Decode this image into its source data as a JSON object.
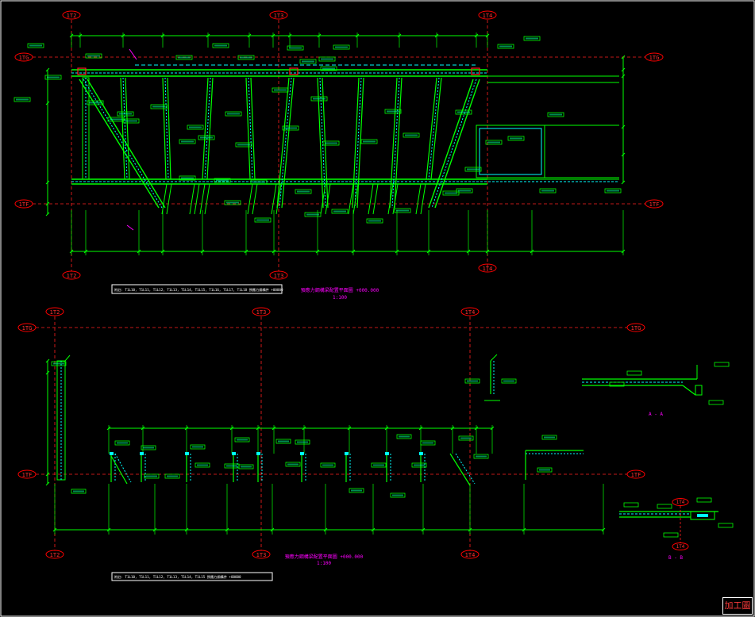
{
  "colors": {
    "background": "#000000",
    "frame": "#ffffff",
    "axis_bubble": "#ff0000",
    "axis_line": "#ff2020",
    "beam": "#00ff00",
    "dim": "#00ff00",
    "rebar": "#00ffff",
    "title": "#ff00ff",
    "tag_fill": "#00ff99"
  },
  "stamp": {
    "text": "加工圖"
  },
  "plan_upper": {
    "axes_top": [
      "1T2",
      "1T3",
      "1T4"
    ],
    "axes_bottom": [
      "1T2",
      "1T3",
      "1T4"
    ],
    "axes_left": [
      "1TG",
      "1TF"
    ],
    "axes_right": [
      "1TG",
      "1TF"
    ],
    "title": "預應力鋼構梁配置平面圖 +000.000",
    "scale": "1:100",
    "note": "附註: T1L10, T1L11, T1L12, T1L13, T1L14, T1L15, T1L16, T1L17, T1L18 預應力鋼構件 +00000"
  },
  "plan_lower": {
    "axes_top": [
      "1T2",
      "1T3",
      "1T4"
    ],
    "axes_bottom": [
      "1T2",
      "1T3",
      "1T4"
    ],
    "axes_left": [
      "1TG",
      "1TF"
    ],
    "axes_right": [
      "1TG",
      "1TF"
    ],
    "title": "預應力鋼構梁配置平面圖 +000.000",
    "scale": "1:100",
    "note": "附註: T1L10, T1L11, T1L12, T1L13, T1L14, T1L15 預應力鋼構件 +00000"
  },
  "section_a": {
    "label": "A - A"
  },
  "section_b": {
    "label": "B - B",
    "axes": [
      "1T4",
      "1T4"
    ]
  }
}
